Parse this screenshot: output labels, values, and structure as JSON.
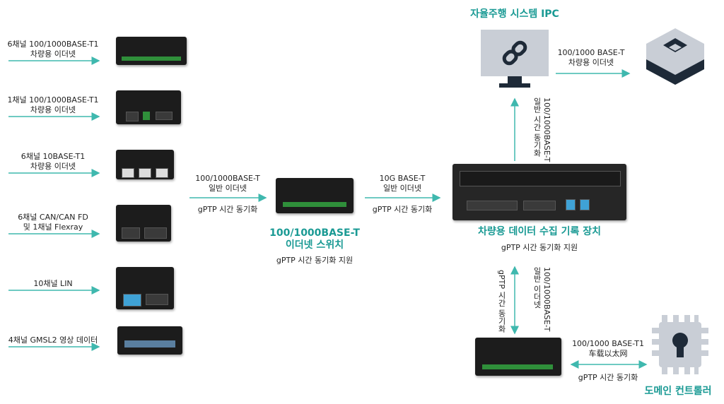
{
  "inputs": [
    {
      "line1": "6채널 100/1000BASE-T1",
      "line2": "차량용 이더넷"
    },
    {
      "line1": "1채널 100/1000BASE-T1",
      "line2": "차량용 이더넷"
    },
    {
      "line1": "6채널 10BASE-T1",
      "line2": "차량용 이더넷"
    },
    {
      "line1": "6채널 CAN/CAN FD",
      "line2": "및 1채널 Flexray"
    },
    {
      "line1": "10채널 LIN",
      "line2": ""
    },
    {
      "line1": "4채널 GMSL2 영상 데이터",
      "line2": ""
    }
  ],
  "link_to_switch": {
    "line1": "100/1000BASE-T",
    "line2": "일반 이더넷",
    "sync": "gPTP 시간 동기화"
  },
  "switch": {
    "title_line1": "100/1000BASE-T",
    "title_line2": "이더넷 스위치",
    "sub": "gPTP 시간 동기화 지원"
  },
  "link_to_logger": {
    "line1": "10G BASE-T",
    "line2": "일반 이더넷",
    "sync": "gPTP 시간 동기화"
  },
  "logger": {
    "title": "차량용 데이터 수집 기록 장치",
    "sub": "gPTP 시간 동기화 지원"
  },
  "ipc": {
    "title": "자율주행 시스템 IPC"
  },
  "link_ipc_logger": {
    "line1": "100/1000BASE-T",
    "line2": "일반 시간 동기화"
  },
  "link_ipc_right": {
    "line1": "100/1000 BASE-T",
    "line2": "차량용 이더넷"
  },
  "link_logger_bottom": {
    "line1": "100/1000BASE-T",
    "line2": "일반 이더넷",
    "sync": "gPTP 시간 동기화"
  },
  "link_domain": {
    "line1": "100/1000 BASE-T1",
    "line2": "车载以太网",
    "sync": "gPTP 시간 동기화"
  },
  "domain": {
    "title": "도메인 컨트롤러"
  },
  "colors": {
    "accent": "#1a9a94",
    "arrow": "#3fb8ae",
    "icon_gray": "#c9ced6"
  }
}
